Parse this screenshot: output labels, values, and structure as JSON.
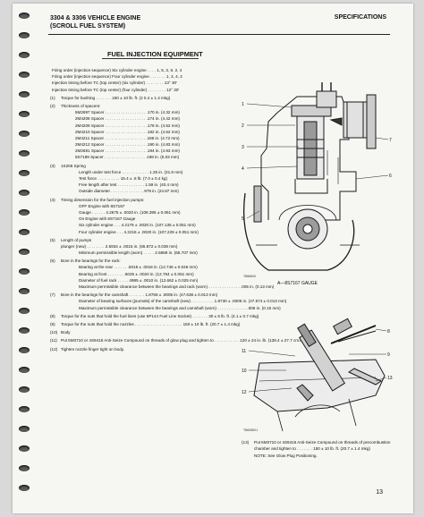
{
  "header": {
    "title_line1": "3304 & 3306 VEHICLE ENGINE",
    "title_line2": "(SCROLL FUEL SYSTEM)",
    "section": "SPECIFICATIONS"
  },
  "section_title": "FUEL INJECTION EQUIPMENT",
  "specs": [
    {
      "num": "",
      "text": "Firing order (injection sequence) Six cylinder engine . . . . 1, 5, 3, 6, 2, 4"
    },
    {
      "num": "",
      "text": "Firing order (injection sequence) Four cylinder engine . . . . . . . 1, 3, 4, 2"
    },
    {
      "num": "",
      "text": "Injection timing before TC (top center) (six cylinder) . . . . . . . . 13° 30'"
    },
    {
      "num": "",
      "text": "Injection timing before TC (top center) (four cylinder) . . . . . . . . 12° 30'"
    },
    {
      "num": "(1)",
      "text": "Torque for bushing . . . . . . . 150 ± 10 lb. ft. (2 0.4 ± 1.4 mkg)"
    },
    {
      "num": "(2)",
      "text": "Thickness of spacers:"
    },
    {
      "num": "",
      "text": "5M2697 Spacer . . . . . . . . . . . . . . . . . . .170 in. (4.32 mm)",
      "ind": true
    },
    {
      "num": "",
      "text": "2M4208 Spacer . . . . . . . . . . . . . . . . . . .174 in. (4.42 mm)",
      "ind": true
    },
    {
      "num": "",
      "text": "2M4209 Spacer . . . . . . . . . . . . . . . . . . .178 in. (4.52 mm)",
      "ind": true
    },
    {
      "num": "",
      "text": "2M4210 Spacer . . . . . . . . . . . . . . . . . . .182 in. (4.62 mm)",
      "ind": true
    },
    {
      "num": "",
      "text": "2M4211 Spacer . . . . . . . . . . . . . . . . . . .186 in. (4.72 mm)",
      "ind": true
    },
    {
      "num": "",
      "text": "2M4212 Spacer . . . . . . . . . . . . . . . . . . .190 in. (4.83 mm)",
      "ind": true
    },
    {
      "num": "",
      "text": "2M2691 Spacer . . . . . . . . . . . . . . . . . . .194 in. (4.93 mm)",
      "ind": true
    },
    {
      "num": "",
      "text": "5S7189 Spacer . . . . . . . . . . . . . . . . . . .198 in. (5.03 mm)",
      "ind": true
    },
    {
      "num": "(3)",
      "text": "1S206 Spring"
    },
    {
      "num": "",
      "text": "Length under test force . . . . . . . . . . . . 1.25 in. (31.8 mm)",
      "ind2": true
    },
    {
      "num": "",
      "text": "Test force . . . . . . . . . . 15.4 ± .8 lb. (7.0 ± 0.4 kg)",
      "ind2": true
    },
    {
      "num": "",
      "text": "Free length after test . . . . . . . . . . . . 1.59 in. (40.4 mm)",
      "ind2": true
    },
    {
      "num": "",
      "text": "Outside diameter . . . . . . . . . . . . . . .979 in. (24.87 mm)",
      "ind2": true
    },
    {
      "num": "(4)",
      "text": "Timing dimension for the fuel injection pumps:"
    },
    {
      "num": "",
      "text": "OFF Engine with 8S7167",
      "ind2": true
    },
    {
      "num": "",
      "text": "Gauge . . . . . . 4.2675 ± .0020 in. (108.395 ± 0.051 mm)",
      "ind2": true
    },
    {
      "num": "",
      "text": "On Engine with 8S7167 Gauge",
      "ind2": true
    },
    {
      "num": "",
      "text": "Six cylinder engine . . . 4.2179 ± .0020 in. (107.135 ± 0.051 mm)",
      "ind2": true
    },
    {
      "num": "",
      "text": "Four cylinder engine . . . 4.2216 ± .0020 in. (107.229 ± 0.051 mm)",
      "ind2": true
    },
    {
      "num": "(5)",
      "text": "Length of pumps"
    },
    {
      "num": "",
      "text": "plunger (new) . . . . . . . . 2.5934 ± .0015 in. (65.872 ± 0.038 mm)"
    },
    {
      "num": "",
      "text": "Minimum permissible length (worn) . . . . . 2.5869 in. (65.707 mm)",
      "ind2": true
    },
    {
      "num": "(6)",
      "text": "Bore in the bearings for the rack:"
    },
    {
      "num": "",
      "text": "Bearing at the rear . . . . . . .5018 ± .0018 in. (12.746 ± 0.046 mm)",
      "ind2": true
    },
    {
      "num": "",
      "text": "Bearing at front . . . . . . . .5025 ± .0020 in. (12.764 ± 0.051 mm)",
      "ind2": true
    },
    {
      "num": "",
      "text": "Diameter of fuel rack . . . . . 4985 ± .0010 in. (12.662 ± 0.025 mm)",
      "ind2": true
    },
    {
      "num": "",
      "text": "Maximum permissible clearance between the bearings and rack (worn) . . . . . . . . . . . . . . .005 in. (0.13 mm)",
      "ind2": true
    },
    {
      "num": "(7)",
      "text": "Bore in the bearings for the camshaft . . . . . . . 1.8755 ± .0005 in. (47.638 ± 0.013 mm)"
    },
    {
      "num": "",
      "text": "Diameter of bearing surfaces (journals) of the camshaft (new) . . . . . . . . . . 1.8730 ± .0005 in. (47.574 ± 0.013 mm)",
      "ind2": true
    },
    {
      "num": "",
      "text": "Maximum permissible clearance between the bearings and camshaft (worn) . . . . . . . . . . . . . .006 in. (0.15 mm)",
      "ind2": true
    },
    {
      "num": "(8)",
      "text": "Torque for the nuts that hold the fuel lines (use 5P144 Fuel Line Socket) . . . . . . . 30 ± 5 lb. ft. (4.1 ± 0.7 mkg)"
    },
    {
      "num": "(9)",
      "text": "Torque for the nuts that hold the nozzles . . . . . . . . . . . . . . . . . . . . . 150 ± 10 lb. ft. (20.7 ± 1.4 mkg)"
    },
    {
      "num": "(10)",
      "text": "Body"
    },
    {
      "num": "(11)",
      "text": "Put 5M3710 or 4S9416 Anti-Seize Compound on threads of glow plug and tighten to . . . . . . . . . . . 120 ± 24 in. lb. (138.4 ± 27.7 cm.kg)"
    },
    {
      "num": "(12)",
      "text": "Tighten nozzle finger tight on body."
    }
  ],
  "figure_a": {
    "caption": "A—8S7167 GAUGE",
    "plate": "T86684X",
    "callouts": [
      "1",
      "2",
      "3",
      "4",
      "5",
      "6",
      "7"
    ]
  },
  "figure_b": {
    "plate": "T86058X1",
    "callouts": [
      "8",
      "9",
      "10",
      "11",
      "12",
      "13"
    ]
  },
  "notes": [
    {
      "num": "(13)",
      "text": "Put 5M3710 or 4S9416 Anti-Seize Compound on threads of precombustion chamber and tighten to . . . . . . . 150 ± 10 lb. ft. (20.7 ± 1.4 mkg)"
    },
    {
      "num": "",
      "text": "NOTE: See Glow Plug Positioning."
    }
  ],
  "page_number": "13",
  "colors": {
    "page": "#f6f6f3",
    "ink": "#111111",
    "binding_hole": "#5b5b5b"
  }
}
